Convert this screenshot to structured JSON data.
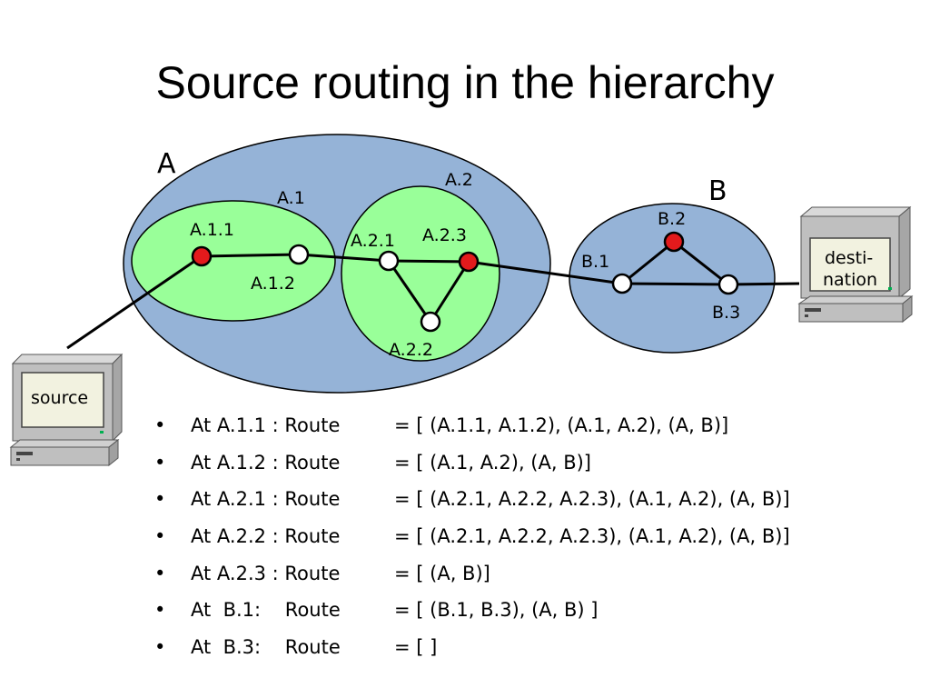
{
  "title": "Source routing in the hierarchy",
  "domains": {
    "A": "A",
    "A1": "A.1",
    "A2": "A.2",
    "B": "B"
  },
  "nodes": {
    "a11": "A.1.1",
    "a12": "A.1.2",
    "a21": "A.2.1",
    "a22": "A.2.2",
    "a23": "A.2.3",
    "b1": "B.1",
    "b2": "B.2",
    "b3": "B.3"
  },
  "hosts": {
    "source": "source",
    "dest_line1": "desti-",
    "dest_line2": "nation"
  },
  "colors": {
    "outer_domain": "#95b3d7",
    "inner_domain": "#99ff99",
    "router_active": "#e31a1c",
    "router_idle": "#ffffff"
  },
  "routes": [
    {
      "bullet": "•",
      "at": "At A.1.1 : Route",
      "route": "= [ (A.1.1, A.1.2), (A.1, A.2), (A, B)]"
    },
    {
      "bullet": "•",
      "at": "At A.1.2 : Route",
      "route": "= [ (A.1, A.2), (A, B)]"
    },
    {
      "bullet": "•",
      "at": "At A.2.1 : Route",
      "route": "= [ (A.2.1, A.2.2, A.2.3), (A.1, A.2), (A, B)]"
    },
    {
      "bullet": "•",
      "at": "At A.2.2 : Route",
      "route": "= [ (A.2.1, A.2.2, A.2.3), (A.1, A.2), (A, B)]"
    },
    {
      "bullet": "•",
      "at": "At A.2.3 : Route",
      "route": "= [ (A, B)]"
    },
    {
      "bullet": "•",
      "at": "At  B.1:    Route",
      "route": "= [ (B.1, B.3), (A, B) ]"
    },
    {
      "bullet": "•",
      "at": "At  B.3:    Route",
      "route": "= [ ]"
    }
  ]
}
